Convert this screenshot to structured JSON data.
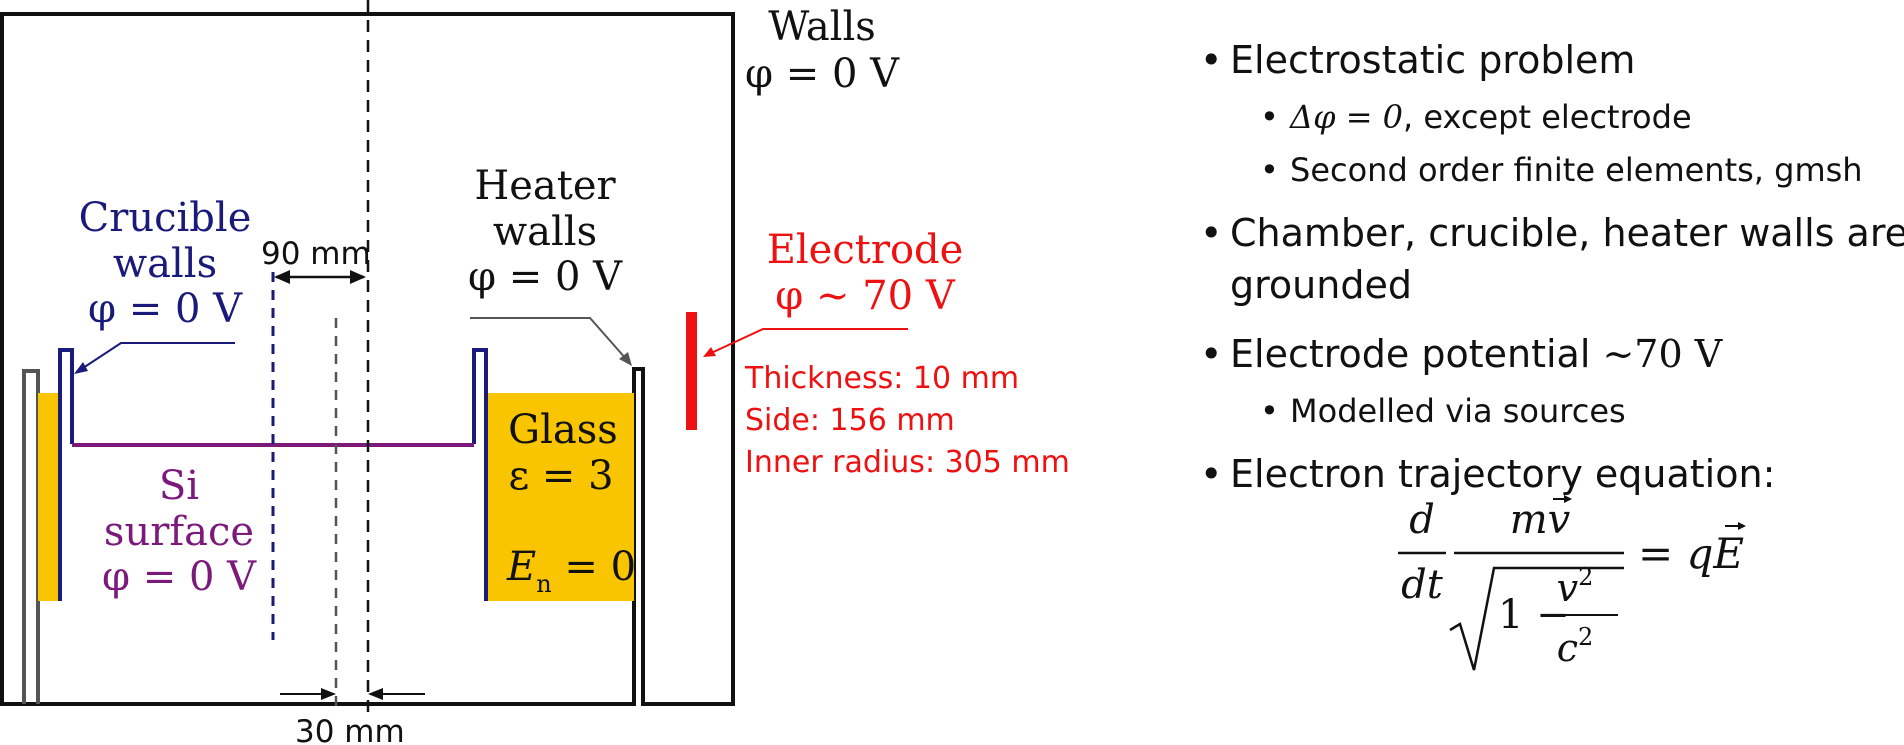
{
  "colors": {
    "wall": "#111111",
    "heater_wall": "#555555",
    "crucible": "#1a1a7a",
    "si": "#7b1a7b",
    "electrode": "#ee1111",
    "glass": "#f8c500",
    "text": "#111111"
  },
  "labels": {
    "walls_title": "Walls",
    "walls_potential": "φ = 0 V",
    "crucible_line1": "Crucible",
    "crucible_line2": "walls",
    "crucible_potential": "φ = 0 V",
    "heater_line1": "Heater",
    "heater_line2": "walls",
    "heater_potential": "φ = 0 V",
    "electrode_title": "Electrode",
    "electrode_potential": "φ ~ 70 V",
    "glass_title": "Glass",
    "glass_eps": "ε = 3",
    "glass_en_symbol": "E",
    "glass_en_sub": "n",
    "glass_en_value": " = 0",
    "si_line1": "Si",
    "si_line2": "surface",
    "si_potential": "φ = 0 V"
  },
  "dimensions": {
    "d90": "90 mm",
    "d30": "30 mm"
  },
  "electrode_info": {
    "thickness": "Thickness: 10 mm",
    "side": "Side: 156 mm",
    "inner_radius": "Inner radius: 305 mm"
  },
  "bullets": {
    "b1": "Electrostatic problem",
    "b1_sub1_math": "Δφ = 0",
    "b1_sub1_text": ", except electrode",
    "b1_sub2": "Second order finite elements, gmsh",
    "b2_line1": "Chamber, crucible, heater walls are",
    "b2_line2": "grounded",
    "b3_text": "Electrode potential ",
    "b3_math": "∼70 V",
    "b3_sub1": "Modelled via sources",
    "b4": "Electron trajectory equation:"
  },
  "equation": {
    "d_num": "d",
    "d_den": "dt",
    "m_v": "mv",
    "one_minus": "1 −",
    "v2": "v",
    "c2": "c",
    "sup2": "2",
    "equals_qE": "= qE"
  }
}
